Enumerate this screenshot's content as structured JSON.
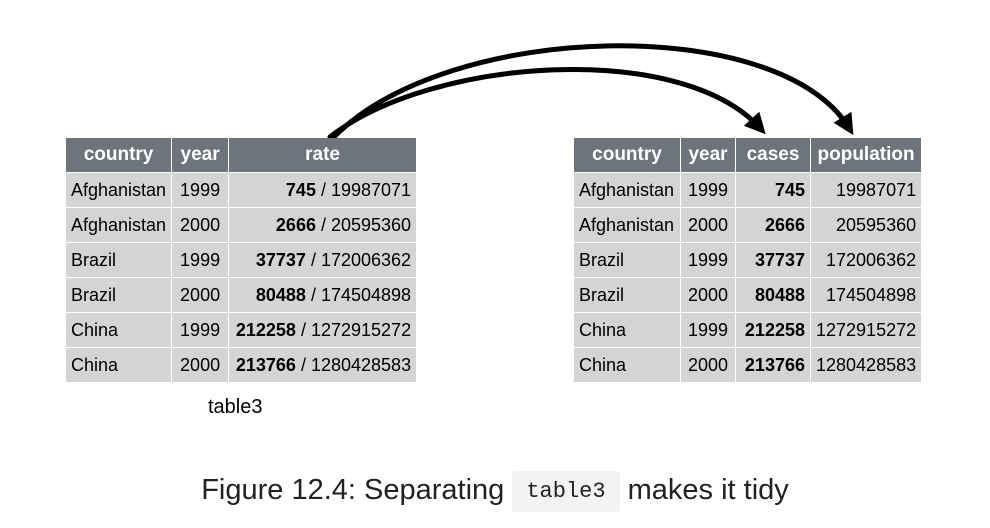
{
  "left_table": {
    "headers": [
      "country",
      "year",
      "rate"
    ],
    "rows": [
      {
        "country": "Afghanistan",
        "year": "1999",
        "cases": "745",
        "population": "19987071"
      },
      {
        "country": "Afghanistan",
        "year": "2000",
        "cases": "2666",
        "population": "20595360"
      },
      {
        "country": "Brazil",
        "year": "1999",
        "cases": "37737",
        "population": "172006362"
      },
      {
        "country": "Brazil",
        "year": "2000",
        "cases": "80488",
        "population": "174504898"
      },
      {
        "country": "China",
        "year": "1999",
        "cases": "212258",
        "population": "1272915272"
      },
      {
        "country": "China",
        "year": "2000",
        "cases": "213766",
        "population": "1280428583"
      }
    ],
    "separator": " / ",
    "caption": "table3"
  },
  "right_table": {
    "headers": [
      "country",
      "year",
      "cases",
      "population"
    ],
    "rows": [
      {
        "country": "Afghanistan",
        "year": "1999",
        "cases": "745",
        "population": "19987071"
      },
      {
        "country": "Afghanistan",
        "year": "2000",
        "cases": "2666",
        "population": "20595360"
      },
      {
        "country": "Brazil",
        "year": "1999",
        "cases": "37737",
        "population": "172006362"
      },
      {
        "country": "Brazil",
        "year": "2000",
        "cases": "80488",
        "population": "174504898"
      },
      {
        "country": "China",
        "year": "1999",
        "cases": "212258",
        "population": "1272915272"
      },
      {
        "country": "China",
        "year": "2000",
        "cases": "213766",
        "population": "1280428583"
      }
    ]
  },
  "figure_caption": {
    "prefix": "Figure 12.4: Separating ",
    "code": "table3",
    "suffix": " makes it tidy"
  },
  "colors": {
    "header_bg": "#6e747c",
    "cell_bg": "#d3d4d6",
    "arrow": "#000000"
  }
}
